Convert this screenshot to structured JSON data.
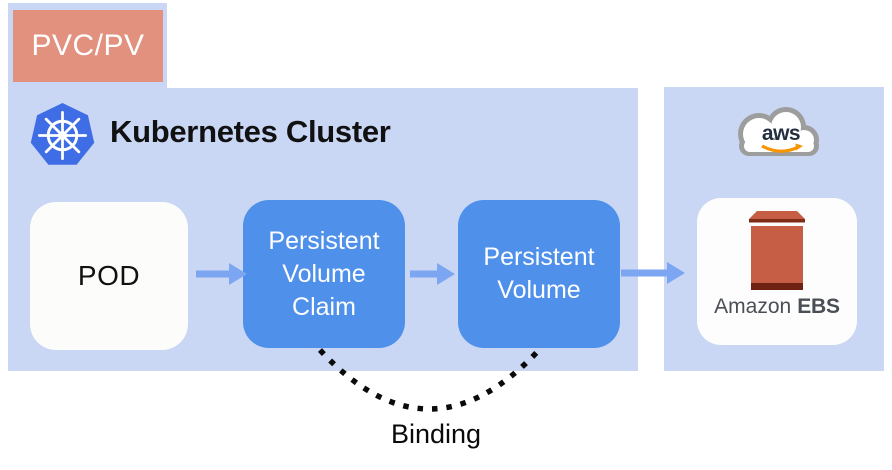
{
  "diagram": {
    "tab_label": "PVC/PV",
    "binding_label": "Binding"
  },
  "cluster": {
    "title": "Kubernetes Cluster",
    "nodes": {
      "pod": "POD",
      "pvc": "Persistent Volume Claim",
      "pv": "Persistent Volume"
    }
  },
  "aws": {
    "cloud_label": "aws",
    "ebs_name": "Amazon",
    "ebs_product": "EBS"
  },
  "colors": {
    "container_bg": "#c9d7f5",
    "node_blue": "#4e90ea",
    "arrow_blue": "#7ca6f1",
    "tab_salmon": "#e2917f",
    "k8s_logo_blue": "#3e6de5",
    "aws_orange": "#f79400",
    "aws_navy": "#232f3e",
    "ebs_red": "#c55e45",
    "ebs_red_dark": "#7e2b18",
    "binding_black": "#0a0a0a"
  }
}
